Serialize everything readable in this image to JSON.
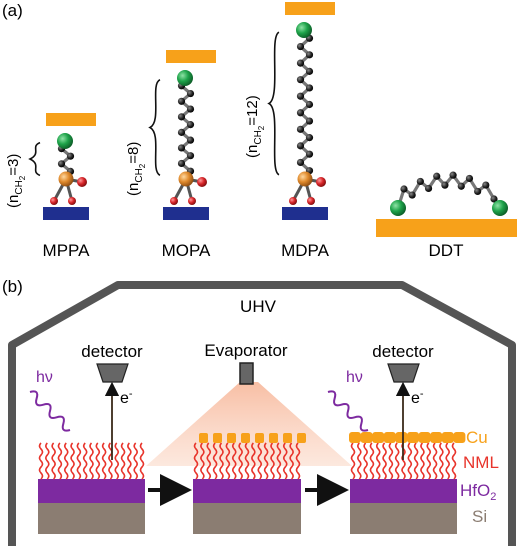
{
  "panel_a": {
    "label": "(a)",
    "molecules": [
      {
        "name": "MPPA",
        "brace_main": "(n",
        "brace_sub": "CH",
        "brace_sub2": "2",
        "brace_end": "=3)"
      },
      {
        "name": "MOPA",
        "brace_main": "(n",
        "brace_sub": "CH",
        "brace_sub2": "2",
        "brace_end": "=8)"
      },
      {
        "name": "MDPA",
        "brace_main": "(n",
        "brace_sub": "CH",
        "brace_sub2": "2",
        "brace_end": "=12)"
      },
      {
        "name": "DDT"
      }
    ]
  },
  "panel_b": {
    "label": "(b)",
    "chamber": "UHV",
    "evaporator": "Evaporator",
    "detector_left": "detector",
    "detector_right": "detector",
    "electron": "e",
    "electron_sup": "-",
    "photon": "hν",
    "layers": {
      "cu": "Cu",
      "nml": "NML",
      "hfo2_main": "HfO",
      "hfo2_sub": "2",
      "si": "Si"
    }
  },
  "colors": {
    "gold": "#f7a11a",
    "navy": "#1f2f8f",
    "green": "#1ea34a",
    "orange_p": "#e08a2c",
    "red_o": "#d8262a",
    "chain": "#222222",
    "purple": "#7d2aa0",
    "brown": "#8b7d72",
    "nml_red": "#e8342b",
    "chamber": "#555555",
    "plume": "#f9c9b4"
  }
}
